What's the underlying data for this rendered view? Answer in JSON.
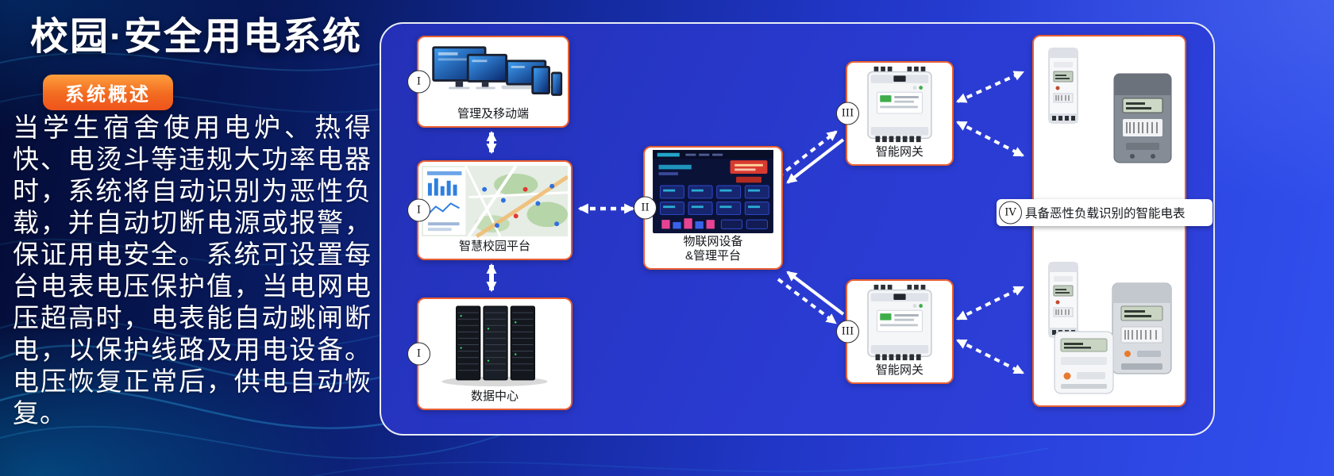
{
  "page": {
    "title": "校园·安全用电系统",
    "badge": "系统概述",
    "description": "当学生宿舍使用电炉、热得快、电烫斗等违规大功率电器时，系统将自动识别为恶性负载，并自动切断电源或报警，保证用电安全。系统可设置每台电表电压保护值，当电网电压超高时，电表能自动跳闸断电，以保护线路及用电设备。电压恢复正常后，供电自动恢复。"
  },
  "diagram": {
    "nodes": {
      "clients": {
        "numeral": "I",
        "label": "管理及移动端",
        "illustration": "multi-device-screens"
      },
      "platform": {
        "numeral": "I",
        "label": "智慧校园平台",
        "illustration": "campus-dashboard-screenshot"
      },
      "datacenter": {
        "numeral": "I",
        "label": "数据中心",
        "illustration": "server-racks"
      },
      "iot": {
        "numeral": "II",
        "label_line1": "物联网设备",
        "label_line2": "&管理平台",
        "illustration": "iot-platform-screenshot"
      },
      "gateway_top": {
        "numeral": "III",
        "label": "智能网关",
        "illustration": "din-rail-gateway"
      },
      "gateway_bottom": {
        "numeral": "III",
        "label": "智能网关",
        "illustration": "din-rail-gateway"
      },
      "meters": {
        "numeral": "IV",
        "label": "具备恶性负载识别的智能电表",
        "illustration": "smart-energy-meters"
      }
    }
  },
  "colors": {
    "background_navy": "#050f3d",
    "panel_blue": "#2a3ace",
    "card_border_orange": "#e85f33",
    "badge_orange": "#f26a20",
    "wave_cyan": "#35c3ff",
    "arrow_white": "#ffffff",
    "text_white": "#ffffff"
  }
}
